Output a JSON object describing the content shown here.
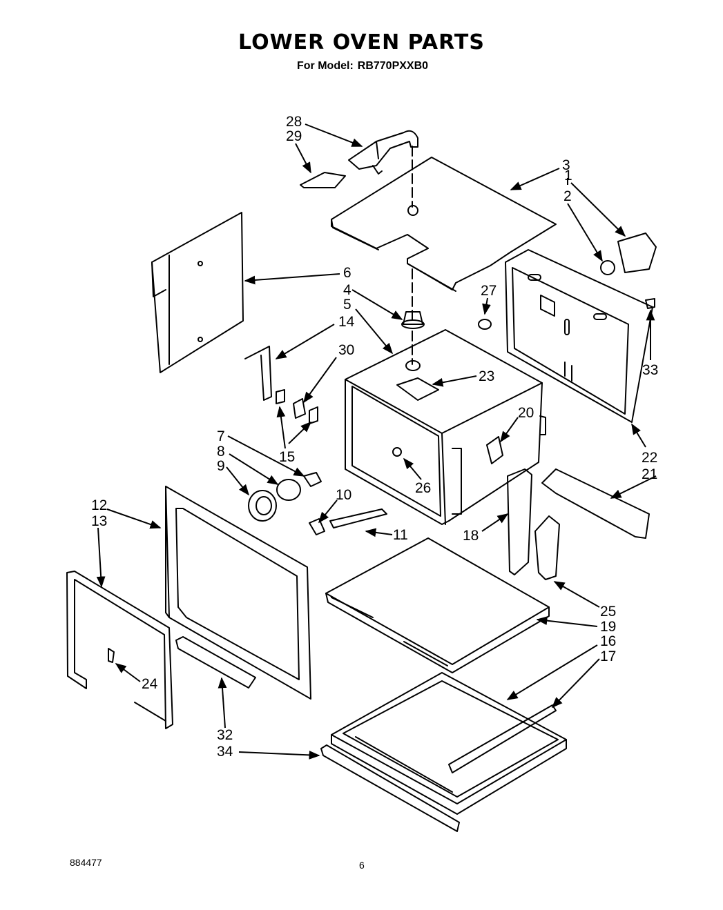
{
  "header": {
    "title": "LOWER OVEN PARTS",
    "model_prefix": "For Model:",
    "model_number": "RB770PXXB0"
  },
  "callouts": [
    {
      "id": "c28",
      "label": "28"
    },
    {
      "id": "c29",
      "label": "29"
    },
    {
      "id": "c3",
      "label": "3"
    },
    {
      "id": "c1",
      "label": "1"
    },
    {
      "id": "c2",
      "label": "2"
    },
    {
      "id": "c6",
      "label": "6"
    },
    {
      "id": "c4",
      "label": "4"
    },
    {
      "id": "c5",
      "label": "5"
    },
    {
      "id": "c27",
      "label": "27"
    },
    {
      "id": "c14",
      "label": "14"
    },
    {
      "id": "c30",
      "label": "30"
    },
    {
      "id": "c33",
      "label": "33"
    },
    {
      "id": "c23",
      "label": "23"
    },
    {
      "id": "c20",
      "label": "20"
    },
    {
      "id": "c7",
      "label": "7"
    },
    {
      "id": "c8",
      "label": "8"
    },
    {
      "id": "c9",
      "label": "9"
    },
    {
      "id": "c15",
      "label": "15"
    },
    {
      "id": "c22",
      "label": "22"
    },
    {
      "id": "c21",
      "label": "21"
    },
    {
      "id": "c26",
      "label": "26"
    },
    {
      "id": "c10",
      "label": "10"
    },
    {
      "id": "c12",
      "label": "12"
    },
    {
      "id": "c13",
      "label": "13"
    },
    {
      "id": "c11",
      "label": "11"
    },
    {
      "id": "c18",
      "label": "18"
    },
    {
      "id": "c25",
      "label": "25"
    },
    {
      "id": "c19",
      "label": "19"
    },
    {
      "id": "c16",
      "label": "16"
    },
    {
      "id": "c17",
      "label": "17"
    },
    {
      "id": "c24",
      "label": "24"
    },
    {
      "id": "c32",
      "label": "32"
    },
    {
      "id": "c34",
      "label": "34"
    }
  ],
  "footer": {
    "doc_number": "884477",
    "page_number": "6"
  }
}
